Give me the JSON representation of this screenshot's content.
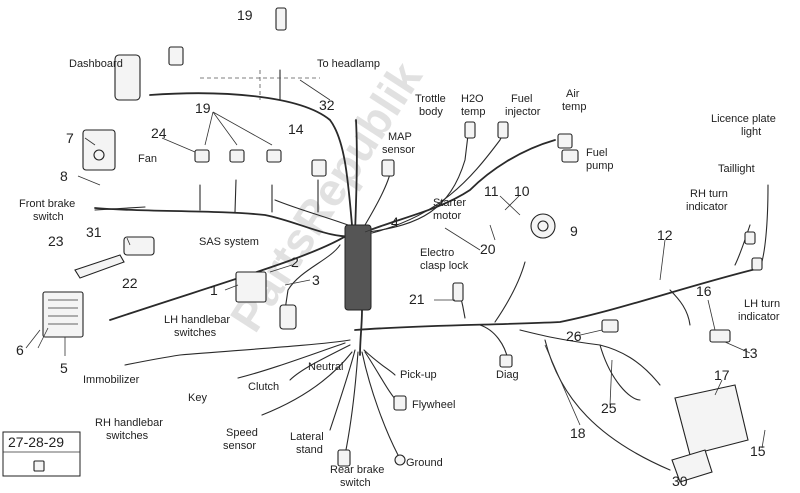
{
  "watermark": "PartsRepublik",
  "box_label": "27-28-29",
  "labels": {
    "dashboard": "Dashboard",
    "to_headlamp": "To headlamp",
    "trottle_body": [
      "Trottle",
      "body"
    ],
    "h2o_temp": [
      "H2O",
      "temp"
    ],
    "fuel_injector": [
      "Fuel",
      "injector"
    ],
    "air_temp": [
      "Air",
      "temp"
    ],
    "fuel_pump": [
      "Fuel",
      "pump"
    ],
    "map_sensor": [
      "MAP",
      "sensor"
    ],
    "fan": "Fan",
    "front_brake_switch": [
      "Front brake",
      "switch"
    ],
    "sas_system": "SAS system",
    "starter_motor": [
      "Starter",
      "motor"
    ],
    "electro_clasp_lock": [
      "Electro",
      "clasp lock"
    ],
    "licence_plate_light": [
      "Licence plate",
      "light"
    ],
    "taillight": "Taillight",
    "rh_turn_indicator": [
      "RH turn",
      "indicator"
    ],
    "lh_turn_indicator": [
      "LH turn",
      "indicator"
    ],
    "lh_handlebar_switches": [
      "LH handlebar",
      "switches"
    ],
    "immobilizer": "Immobilizer",
    "key": "Key",
    "rh_handlebar_switches": [
      "RH handlebar",
      "switches"
    ],
    "clutch": "Clutch",
    "neutral": "Neutral",
    "pick_up": "Pick-up",
    "flywheel": "Flywheel",
    "speed_sensor": [
      "Speed",
      "sensor"
    ],
    "lateral_stand": [
      "Lateral",
      "stand"
    ],
    "ground": "Ground",
    "rear_brake_switch": [
      "Rear brake",
      "switch"
    ],
    "diag": "Diag"
  },
  "callouts": {
    "n1": "1",
    "n2": "2",
    "n3": "3",
    "n4": "4",
    "n5": "5",
    "n6": "6",
    "n7": "7",
    "n8": "8",
    "n9": "9",
    "n10": "10",
    "n11": "11",
    "n12": "12",
    "n13": "13",
    "n14": "14",
    "n15": "15",
    "n16": "16",
    "n17": "17",
    "n18": "18",
    "n19a": "19",
    "n19b": "19",
    "n20": "20",
    "n21": "21",
    "n22": "22",
    "n23": "23",
    "n24": "24",
    "n25": "25",
    "n26": "26",
    "n30": "30",
    "n31": "31",
    "n32": "32"
  }
}
